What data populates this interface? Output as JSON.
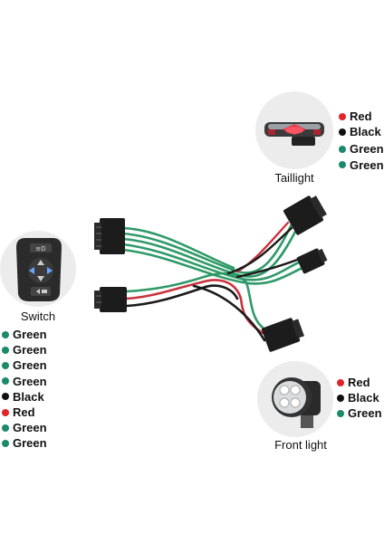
{
  "colors": {
    "red": "#e0242a",
    "black": "#111111",
    "green": "#1a8a6a",
    "wire_green": "#2f9a68",
    "wire_red": "#c8343c",
    "wire_black": "#1a1a1a",
    "connector": "#1c1c1c"
  },
  "components": {
    "taillight": {
      "caption": "Taillight",
      "icon": "taillight-icon",
      "wires": [
        {
          "label": "Red",
          "color": "red"
        },
        {
          "label": "Black",
          "color": "black"
        },
        {
          "label": "Green",
          "color": "green"
        },
        {
          "label": "Green",
          "color": "green"
        }
      ]
    },
    "switch": {
      "caption": "Switch",
      "icon": "handlebar-switch-icon",
      "wires": [
        {
          "label": "Green",
          "color": "green"
        },
        {
          "label": "Green",
          "color": "green"
        },
        {
          "label": "Green",
          "color": "green"
        },
        {
          "label": "Green",
          "color": "green"
        },
        {
          "label": "Black",
          "color": "black"
        },
        {
          "label": "Red",
          "color": "red"
        },
        {
          "label": "Green",
          "color": "green"
        },
        {
          "label": "Green",
          "color": "green"
        }
      ]
    },
    "front_light": {
      "caption": "Front light",
      "icon": "headlight-icon",
      "wires": [
        {
          "label": "Red",
          "color": "red"
        },
        {
          "label": "Black",
          "color": "black"
        },
        {
          "label": "Green",
          "color": "green"
        }
      ]
    }
  }
}
